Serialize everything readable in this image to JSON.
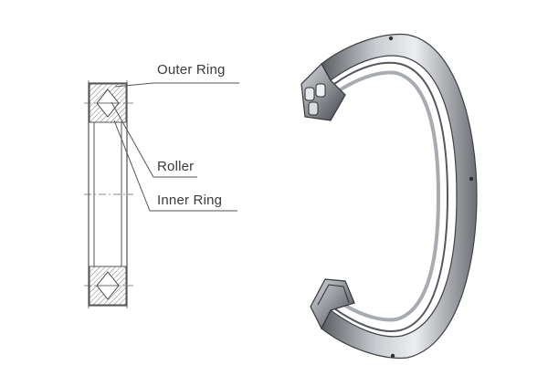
{
  "labels": {
    "outer_ring": "Outer Ring",
    "roller": "Roller",
    "inner_ring": "Inner Ring"
  },
  "colors": {
    "line": "#555555",
    "hatch": "#777777",
    "metal_dark": "#4a4d52",
    "metal_mid": "#9a9da2",
    "metal_light": "#e4e6e9"
  }
}
